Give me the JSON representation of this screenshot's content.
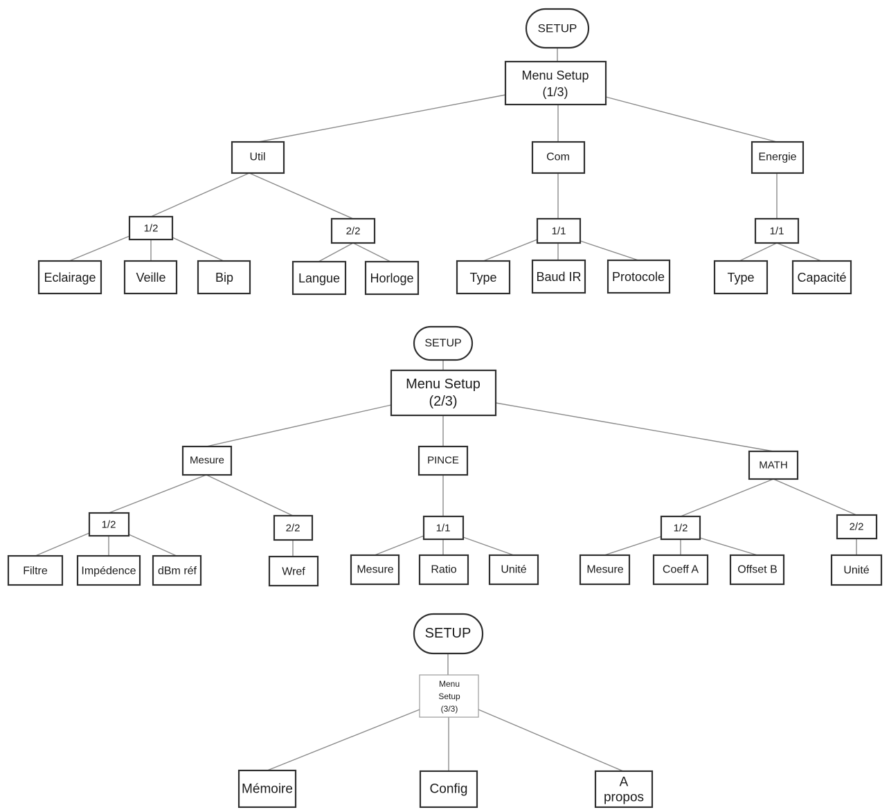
{
  "diagram_1": {
    "start": "SETUP",
    "menu_line1": "Menu Setup",
    "menu_line2": "(1/3)",
    "util": "Util",
    "com": "Com",
    "energie": "Energie",
    "util_page1": "1/2",
    "util_page2": "2/2",
    "com_page": "1/1",
    "energie_page": "1/1",
    "eclairage": "Eclairage",
    "veille": "Veille",
    "bip": "Bip",
    "langue": "Langue",
    "horloge": "Horloge",
    "com_type": "Type",
    "baud_ir": "Baud IR",
    "protocole": "Protocole",
    "energie_type": "Type",
    "capacite": "Capacité"
  },
  "diagram_2": {
    "start": "SETUP",
    "menu_line1": "Menu Setup",
    "menu_line2": "(2/3)",
    "mesure": "Mesure",
    "pince": "PINCE",
    "math": "MATH",
    "mesure_page1": "1/2",
    "mesure_page2": "2/2",
    "pince_page": "1/1",
    "math_page1": "1/2",
    "math_page2": "2/2",
    "filtre": "Filtre",
    "impedence": "Impédence",
    "dbm_ref": "dBm réf",
    "wref": "Wref",
    "pince_mesure": "Mesure",
    "ratio": "Ratio",
    "pince_unite": "Unité",
    "math_mesure": "Mesure",
    "coeff_a": "Coeff A",
    "offset_b": "Offset B",
    "math_unite": "Unité"
  },
  "diagram_3": {
    "start": "SETUP",
    "menu_line1": "Menu",
    "menu_line2": "Setup",
    "menu_line3": "(3/3)",
    "memoire": "Mémoire",
    "config": "Config",
    "apropos_line1": "A",
    "apropos_line2": "propos"
  }
}
